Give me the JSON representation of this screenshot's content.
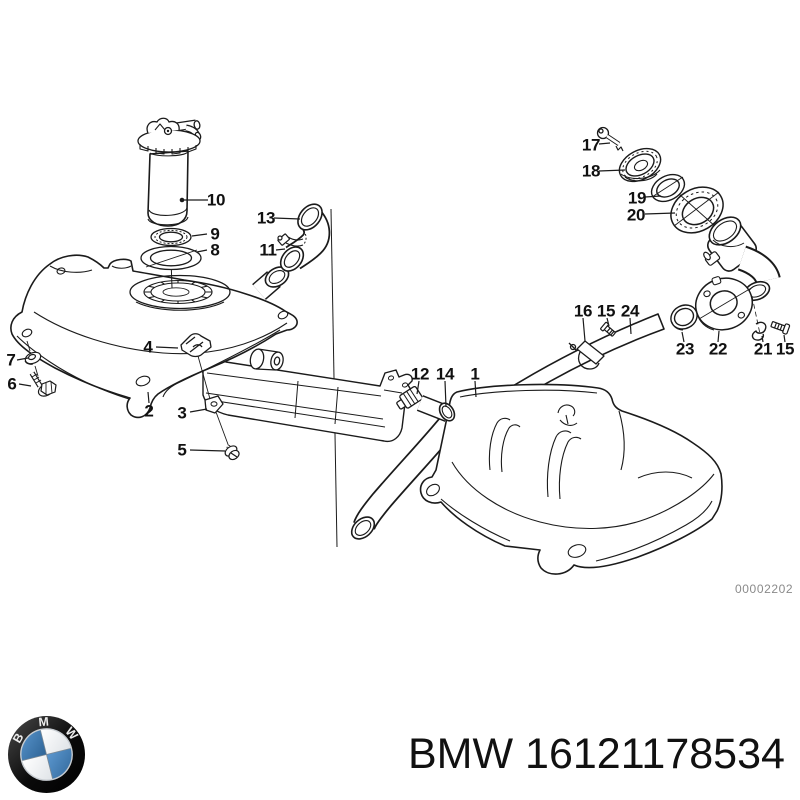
{
  "diagram": {
    "diagram_number": "00002202",
    "callouts": {
      "c1": "1",
      "c2": "2",
      "c3": "3",
      "c4": "4",
      "c5": "5",
      "c6": "6",
      "c7": "7",
      "c8": "8",
      "c9": "9",
      "c10": "10",
      "c11": "11",
      "c12": "12",
      "c13": "13",
      "c14": "14",
      "c15a": "15",
      "c15b": "15",
      "c16": "16",
      "c17": "17",
      "c18": "18",
      "c19": "19",
      "c20": "20",
      "c21": "21",
      "c22": "22",
      "c23": "23",
      "c24": "24"
    }
  },
  "footer": {
    "caption": "BMW 16121178534",
    "logo_letters": [
      "B",
      "M",
      "W"
    ]
  },
  "colors": {
    "line": "#1b1b1b",
    "caption_text": "#111111",
    "diagram_number_text": "#8a8a8a",
    "logo_blue": "#3d7cb8",
    "logo_black": "#0a0a0a",
    "logo_silver": "#f2f4f6"
  }
}
